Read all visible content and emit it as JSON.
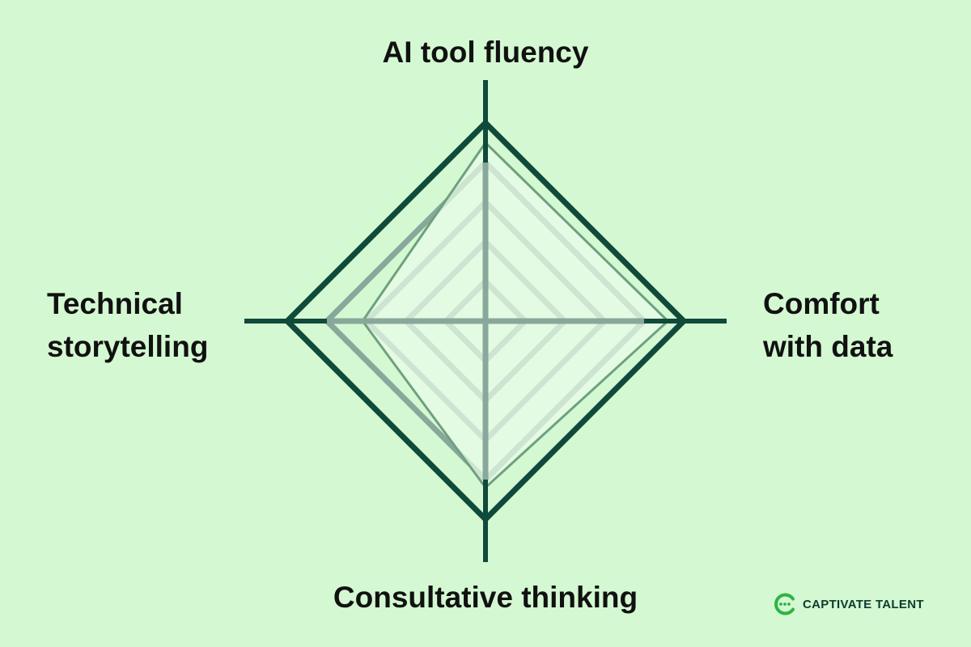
{
  "colors": {
    "background": "#d4f9d2",
    "axis": "#0f4a3a",
    "outer_ring": "#0f4a3a",
    "inner_ring": "#88a89b",
    "fill": "#e9fbe8",
    "fill_stroke": "#6fa080",
    "logo_green": "#2fb344",
    "logo_dark": "#0d3b2e"
  },
  "brand": {
    "name": "CAPTIVATE TALENT",
    "logo_icon": "captivate-talent-logo-icon"
  },
  "chart_data": {
    "type": "radar",
    "axes": [
      {
        "id": "top",
        "lines": [
          "AI tool fluency"
        ]
      },
      {
        "id": "right",
        "lines": [
          "Comfort",
          "with data"
        ]
      },
      {
        "id": "bottom",
        "lines": [
          "Consultative thinking"
        ]
      },
      {
        "id": "left",
        "lines": [
          "Technical",
          "storytelling"
        ]
      }
    ],
    "scale_max": 5,
    "rings": [
      {
        "level": 1,
        "style": "inner"
      },
      {
        "level": 2,
        "style": "inner"
      },
      {
        "level": 3,
        "style": "inner"
      },
      {
        "level": 4,
        "style": "inner"
      },
      {
        "level": 5,
        "style": "outer"
      }
    ],
    "series": [
      {
        "values": {
          "top": 4.5,
          "right": 4.6,
          "bottom": 4.2,
          "left": 3.1
        }
      }
    ],
    "grid": true,
    "legend": "none"
  }
}
